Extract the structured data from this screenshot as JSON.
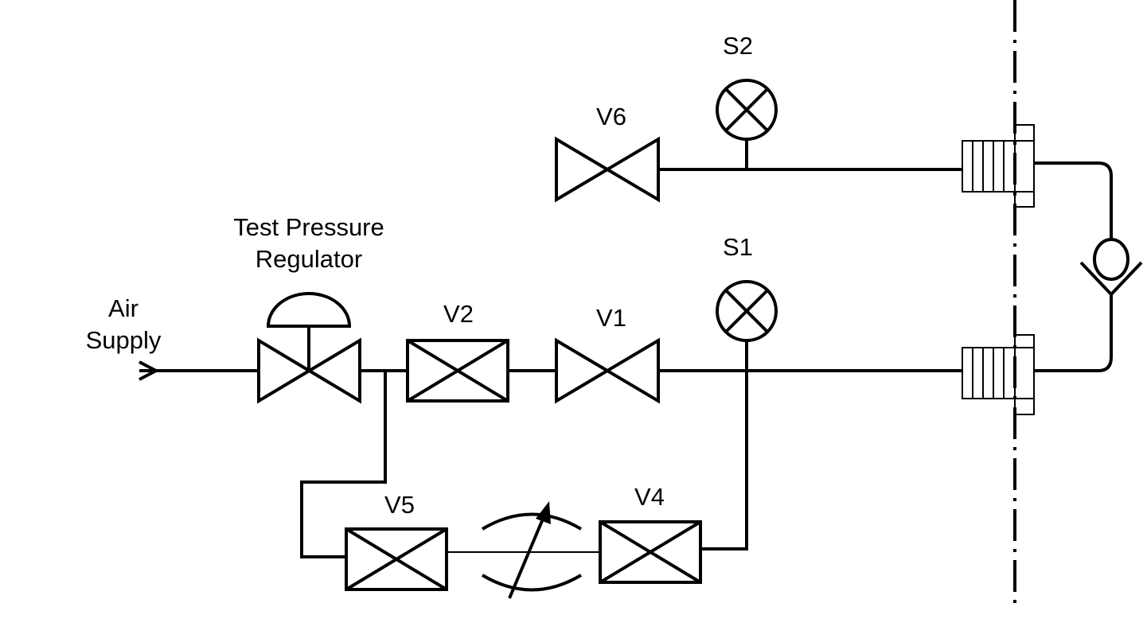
{
  "labels": {
    "air_supply_line1": "Air",
    "air_supply_line2": "Supply",
    "regulator_line1": "Test Pressure",
    "regulator_line2": "Regulator",
    "v1": "V1",
    "v2": "V2",
    "v4": "V4",
    "v5": "V5",
    "v6": "V6",
    "s1": "S1",
    "s2": "S2"
  }
}
